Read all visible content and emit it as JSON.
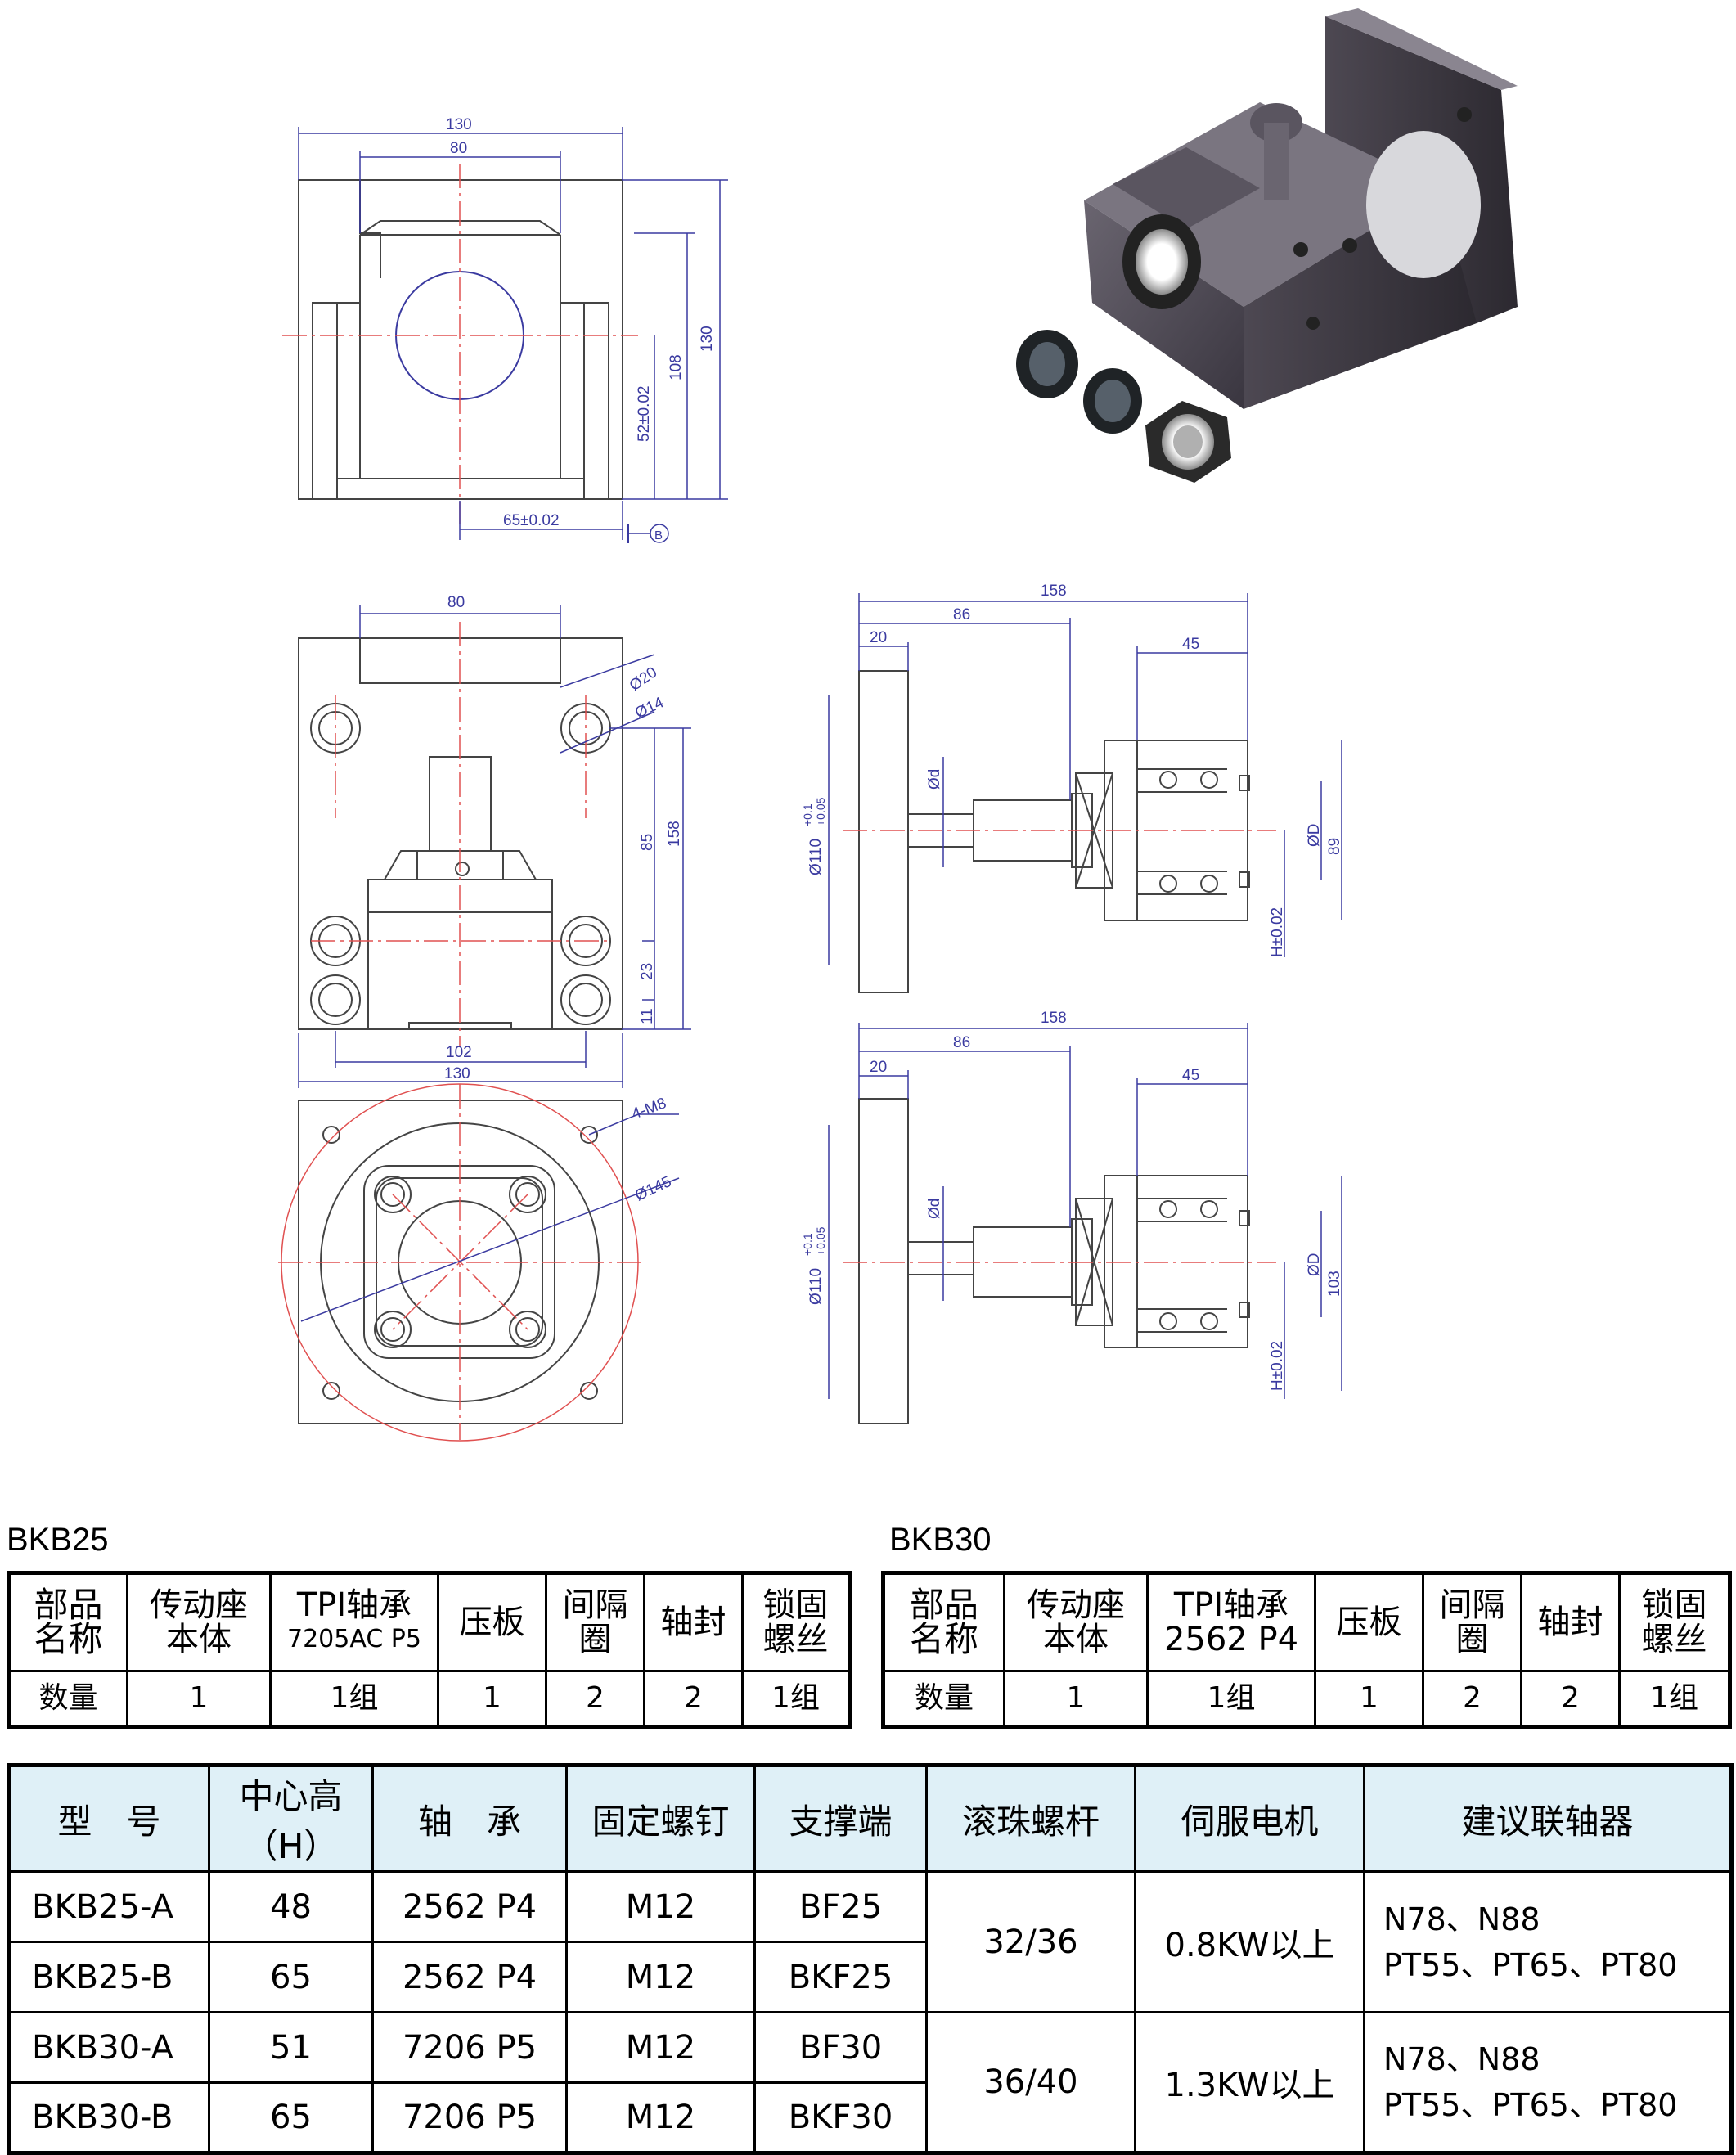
{
  "drawing": {
    "front_view": {
      "width_outer": "130",
      "width_inner": "80",
      "height_total": "130",
      "height_mid": "108",
      "center_height": "52±0.02",
      "center_offset": "65±0.02",
      "datum": "B"
    },
    "top_view": {
      "width_top": "80",
      "hole_outer": "Ø20",
      "hole_inner": "Ø14",
      "height_85": "85",
      "height_158": "158",
      "height_23": "23",
      "height_11": "11",
      "width_102": "102",
      "width_130": "130"
    },
    "bottom_view": {
      "thread": "4-M8",
      "bolt_circle": "Ø145"
    },
    "section_views": [
      {
        "length": "158",
        "len86": "86",
        "len20": "20",
        "len45": "45",
        "flange_dia": "Ø110",
        "flange_tol_upper": "+0.1",
        "flange_tol_lower": "+0.05",
        "shaft_dia": "Ød",
        "bore_dia": "ØD",
        "height": "89",
        "center": "H±0.02"
      },
      {
        "length": "158",
        "len86": "86",
        "len20": "20",
        "len45": "45",
        "flange_dia": "Ø110",
        "flange_tol_upper": "+0.1",
        "flange_tol_lower": "+0.05",
        "shaft_dia": "Ød",
        "bore_dia": "ØD",
        "height": "103",
        "center": "H±0.02"
      }
    ]
  },
  "parts_tables": [
    {
      "title": "BKB25",
      "header": [
        "部品名称",
        "传动座本体",
        "TPI轴承",
        "7205AC P5",
        "压板",
        "间隔圈",
        "轴封",
        "锁固螺丝"
      ],
      "qty_label": "数量",
      "qty": [
        "1",
        "1组",
        "1",
        "2",
        "2",
        "1组"
      ]
    },
    {
      "title": "BKB30",
      "header": [
        "部品名称",
        "传动座本体",
        "TPI轴承",
        "2562 P4",
        "压板",
        "间隔圈",
        "轴封",
        "锁固螺丝"
      ],
      "qty_label": "数量",
      "qty": [
        "1",
        "1组",
        "1",
        "2",
        "2",
        "1组"
      ]
    }
  ],
  "spec_table": {
    "headers": [
      "型　号",
      "中心高",
      "（H）",
      "轴　承",
      "固定螺钉",
      "支撑端",
      "滚珠螺杆",
      "伺服电机",
      "建议联轴器"
    ],
    "rows": [
      [
        "BKB25-A",
        "48",
        "2562 P4",
        "M12",
        "BF25"
      ],
      [
        "BKB25-B",
        "65",
        "2562 P4",
        "M12",
        "BKF25"
      ],
      [
        "BKB30-A",
        "51",
        "7206 P5",
        "M12",
        "BF30"
      ],
      [
        "BKB30-B",
        "65",
        "7206 P5",
        "M12",
        "BKF30"
      ]
    ],
    "groups": [
      {
        "screw": "32/36",
        "motor": "0.8KW以上",
        "coupling_1": "N78、N88",
        "coupling_2": "PT55、PT65、PT80"
      },
      {
        "screw": "36/40",
        "motor": "1.3KW以上",
        "coupling_1": "N78、N88",
        "coupling_2": "PT55、PT65、PT80"
      }
    ]
  }
}
